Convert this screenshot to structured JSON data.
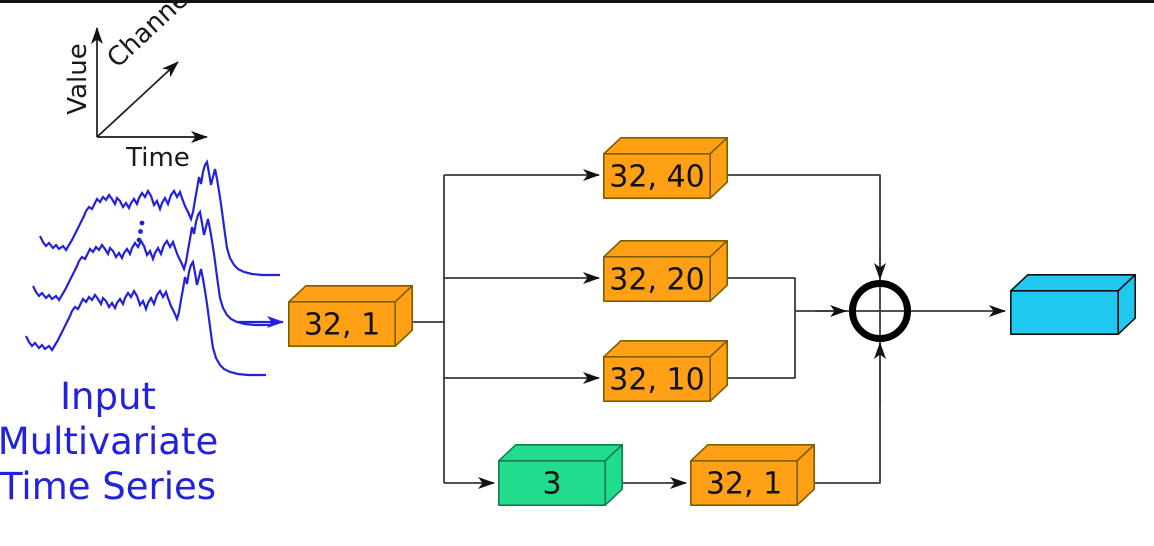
{
  "colors": {
    "orange": "#FFA015",
    "orange_border": "#7f5c00",
    "green": "#21DC8C",
    "green_border": "#1b7a4f",
    "cyan": "#1FC9EF",
    "blue": "#2222DD",
    "wire": "#3a3a3a"
  },
  "axes_widget": {
    "value_label": "Value",
    "time_label": "Time",
    "channel_label": "Channel"
  },
  "input_caption": {
    "line1": "Input",
    "line2": "Multivariate",
    "line3": "Time Series"
  },
  "nodes": {
    "stem": {
      "label": "32, 1"
    },
    "branch_top": {
      "label": "32, 40"
    },
    "branch_mid": {
      "label": "32, 20"
    },
    "branch_low": {
      "label": "32, 10"
    },
    "bottleneck": {
      "label": "3"
    },
    "bottleneck_conv": {
      "label": "32, 1"
    }
  },
  "merge": {
    "operator": "concat-sum"
  }
}
